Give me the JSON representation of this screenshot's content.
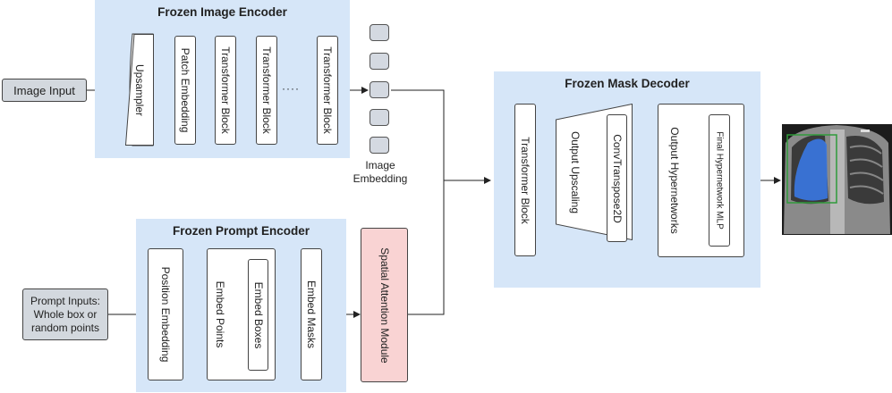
{
  "image_input": {
    "label": "Image Input"
  },
  "prompt_inputs": {
    "label": "Prompt Inputs:\nWhole box or\nrandom points"
  },
  "image_encoder": {
    "title": "Frozen Image Encoder",
    "upsampler": "Upsampler",
    "patch_embedding": "Patch Embedding",
    "block1": "Transformer Block",
    "block2": "Transformer Block",
    "ellipsis": "····",
    "block3": "Transformer Block"
  },
  "image_embedding": {
    "label": "Image\nEmbedding"
  },
  "prompt_encoder": {
    "title": "Frozen Prompt Encoder",
    "position_embedding": "Position Embedding",
    "embed_points": "Embed Points",
    "embed_boxes": "Embed Boxes",
    "embed_masks": "Embed Masks"
  },
  "spatial_attention": {
    "label": "Spatial Attention Module"
  },
  "mask_decoder": {
    "title": "Frozen Mask Decoder",
    "transformer_block": "Transformer Block",
    "output_upscaling": "Output Upscaling",
    "conv_transpose": "ConvTranspose2D",
    "output_hypernetworks": "Output Hypernetworks",
    "final_mlp": "Final Hypernetwork MLP"
  },
  "colors": {
    "group_bg": "#d6e6f8",
    "io_bg": "#d3d8de",
    "attention_bg": "#f9d3d3",
    "mask_blue": "#3a76e0",
    "box_green": "#2f9a3a"
  }
}
